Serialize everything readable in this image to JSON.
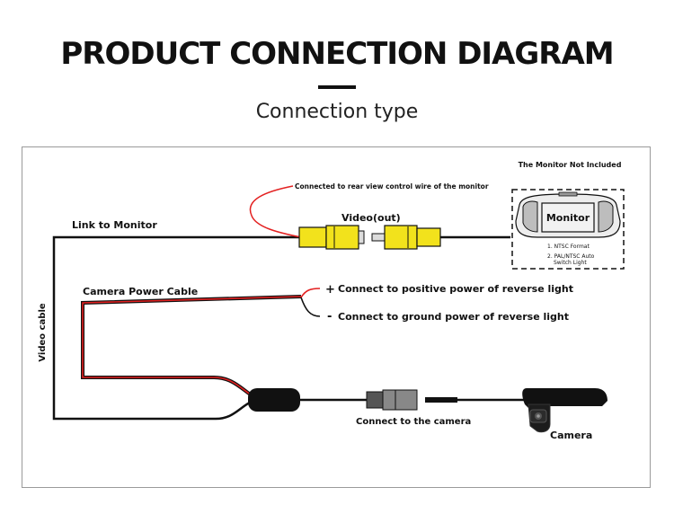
{
  "header": {
    "title": "PRODUCT CONNECTION DIAGRAM",
    "subtitle": "Connection type"
  },
  "labels": {
    "monitor_not_included": "The Monitor Not Included",
    "rear_view_wire": "Connected to rear view control wire of the monitor",
    "video_out": "Video(out)",
    "link_to_monitor": "Link to Monitor",
    "camera_power_cable": "Camera Power Cable",
    "video_cable": "Video cable",
    "plus_sign": "+",
    "minus_sign": "-",
    "positive_power": "Connect to positive power of reverse light",
    "ground_power": "Connect to ground power of reverse light",
    "connect_camera": "Connect to the camera",
    "camera": "Camera",
    "monitor_screen": "Monitor",
    "monitor_note_1": "1. NTSC Format",
    "monitor_note_2a": "2. PAL/NTSC Auto",
    "monitor_note_2b": "Switch Light"
  },
  "colors": {
    "rca_yellow": "#f2e21c",
    "power_red": "#e32020",
    "cable_black": "#111111"
  }
}
